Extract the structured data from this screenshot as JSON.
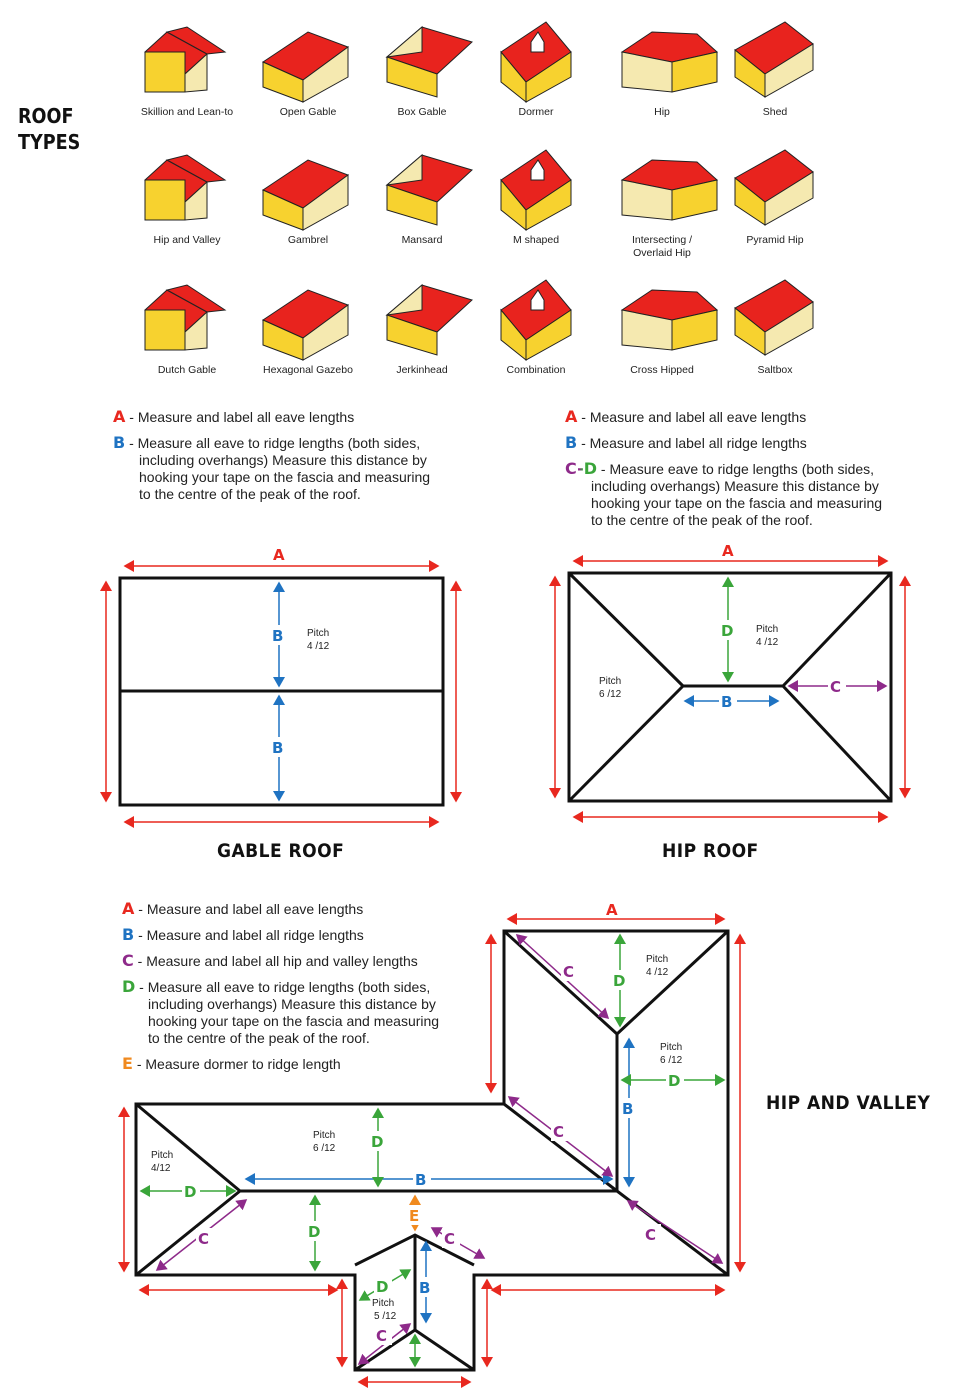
{
  "roof_types": {
    "title_line1": "ROOF",
    "title_line2": "TYPES",
    "items": [
      {
        "label": "Skillion and Lean-to"
      },
      {
        "label": "Open Gable"
      },
      {
        "label": "Box Gable"
      },
      {
        "label": "Dormer"
      },
      {
        "label": "Hip"
      },
      {
        "label": "Shed"
      },
      {
        "label": "Hip and Valley"
      },
      {
        "label": "Gambrel"
      },
      {
        "label": "Mansard"
      },
      {
        "label": "M shaped"
      },
      {
        "label": "Intersecting /\nOverlaid Hip"
      },
      {
        "label": "Pyramid Hip"
      },
      {
        "label": "Dutch Gable"
      },
      {
        "label": "Hexagonal Gazebo"
      },
      {
        "label": "Jerkinhead"
      },
      {
        "label": "Combination"
      },
      {
        "label": "Cross Hipped"
      },
      {
        "label": "Saltbox"
      }
    ]
  },
  "colors": {
    "roof_red": "#e8231e",
    "wall_yellow": "#f7d22f",
    "wall_cream": "#f5e9b0",
    "A": "#e8281f",
    "B": "#1f73c2",
    "C": "#8e2a8a",
    "D": "#3aa53a",
    "E": "#f08a1f"
  },
  "gable": {
    "legend": [
      {
        "key": "A",
        "text": " - Measure and label all eave lengths"
      },
      {
        "key": "B",
        "text": " - Measure all eave to ridge lengths (both sides,\nincluding overhangs) Measure this distance by\nhooking your tape on the fascia and measuring\nto the centre of the peak of the roof."
      }
    ],
    "labels": {
      "A": "A",
      "B1": "B",
      "B2": "B"
    },
    "pitch": "Pitch\n4 /12",
    "pitch_l1": "Pitch",
    "pitch_l2": "4 /12",
    "title": "GABLE ROOF"
  },
  "hip": {
    "legend": [
      {
        "key": "A",
        "text": " - Measure and label all eave lengths"
      },
      {
        "key": "B",
        "text": " - Measure and label all ridge lengths"
      },
      {
        "key": "C-D",
        "text": " - Measure eave to ridge lengths (both sides,\nincluding overhangs) Measure this distance by\nhooking your tape on the fascia and measuring\nto the centre of the peak of the roof."
      }
    ],
    "labels": {
      "A": "A",
      "B": "B",
      "C": "C",
      "D": "D"
    },
    "pitch_top_l1": "Pitch",
    "pitch_top_l2": "4 /12",
    "pitch_left_l1": "Pitch",
    "pitch_left_l2": "6 /12",
    "title": "HIP ROOF"
  },
  "hip_valley": {
    "legend": [
      {
        "key": "A",
        "text": " - Measure and label all eave lengths"
      },
      {
        "key": "B",
        "text": " - Measure and label all ridge lengths"
      },
      {
        "key": "C",
        "text": " - Measure and label all hip and valley lengths"
      },
      {
        "key": "D",
        "text": " - Measure all eave to ridge lengths (both sides,\nincluding overhangs) Measure this distance by\nhooking your tape on the fascia and measuring\nto the centre of the peak of the roof."
      },
      {
        "key": "E",
        "text": " - Measure dormer to ridge length"
      }
    ],
    "labels": {
      "A": "A",
      "B": "B",
      "C": "C",
      "D": "D",
      "E": "E"
    },
    "pitches": [
      {
        "l1": "Pitch",
        "l2": "4 /12"
      },
      {
        "l1": "Pitch",
        "l2": "6 /12"
      },
      {
        "l1": "Pitch",
        "l2": "6 /12"
      },
      {
        "l1": "Pitch",
        "l2": "4/12"
      },
      {
        "l1": "Pitch",
        "l2": "5 /12"
      }
    ],
    "title": "HIP AND VALLEY"
  }
}
